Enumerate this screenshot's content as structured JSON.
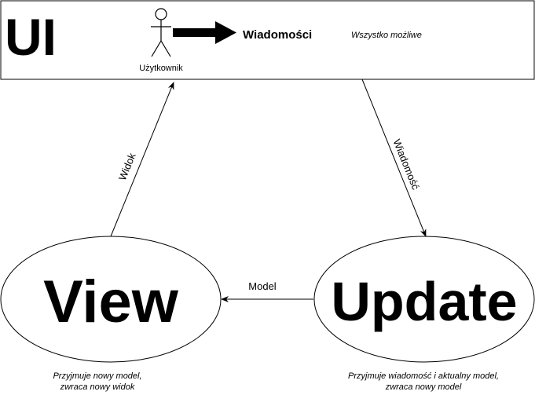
{
  "ui_box": {
    "title": "UI",
    "actor_label": "Użytkownik",
    "arrow_label": "Wiadomości",
    "note": "Wszystko możliwe"
  },
  "edges": {
    "view_to_ui": "Widok",
    "ui_to_update": "Wiadomość",
    "update_to_view": "Model"
  },
  "view_node": {
    "label": "View",
    "caption_line1": "Przyjmuje nowy model,",
    "caption_line2": "zwraca nowy widok"
  },
  "update_node": {
    "label": "Update",
    "caption_line1": "Przyjmuje wiadomość i aktualny model,",
    "caption_line2": "zwraca nowy model"
  }
}
